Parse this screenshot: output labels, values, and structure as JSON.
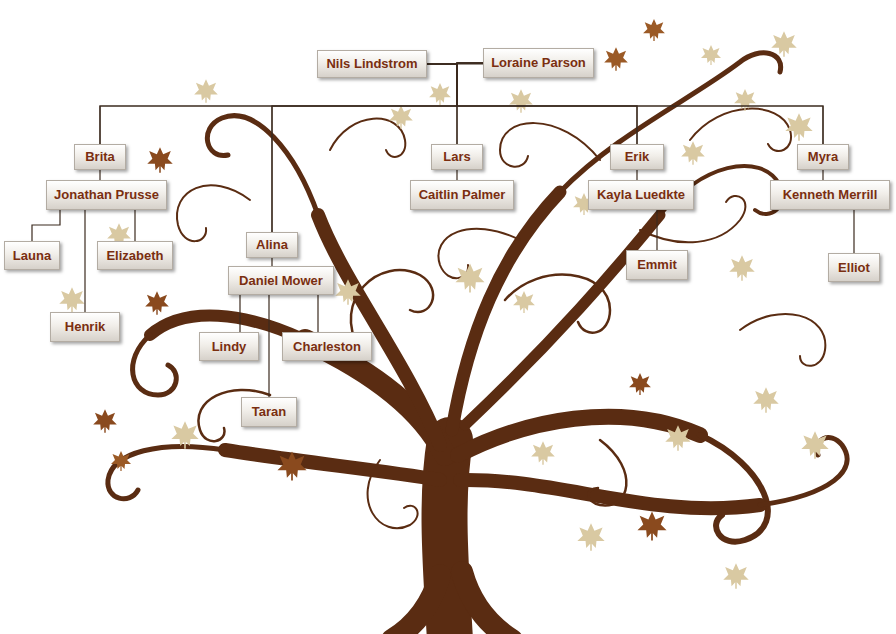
{
  "diagram": {
    "nodes": [
      {
        "text": [
          "Nils Lindstrom"
        ]
      },
      {
        "text": [
          "Loraine Parson"
        ]
      },
      {
        "text": [
          "Brita"
        ]
      },
      {
        "text": [
          "Lars"
        ]
      },
      {
        "text": [
          "Erik"
        ]
      },
      {
        "text": [
          "Myra"
        ]
      },
      {
        "text": [
          "Jonathan Prusse"
        ]
      },
      {
        "text": [
          "Caitlin Palmer"
        ]
      },
      {
        "text": [
          "Kayla Luedkte"
        ]
      },
      {
        "text": [
          "Kenneth Merrill"
        ]
      },
      {
        "text": [
          "Alina"
        ]
      },
      {
        "text": [
          "Launa"
        ]
      },
      {
        "text": [
          "Elizabeth"
        ]
      },
      {
        "text": [
          "Emmit"
        ]
      },
      {
        "text": [
          "Elliot"
        ]
      },
      {
        "text": [
          "Daniel Mower"
        ]
      },
      {
        "text": [
          "Henrik"
        ]
      },
      {
        "text": [
          "Lindy"
        ]
      },
      {
        "text": [
          "Charleston"
        ]
      },
      {
        "text": [
          "Taran"
        ]
      }
    ],
    "edges": [
      {
        "from": 0,
        "to": 1,
        "arrow": "none"
      },
      {
        "from": 0,
        "to": 2,
        "arrow": "none"
      },
      {
        "from": 0,
        "to": 10,
        "arrow": "none"
      },
      {
        "from": 0,
        "to": 3,
        "arrow": "none"
      },
      {
        "from": 0,
        "to": 4,
        "arrow": "none"
      },
      {
        "from": 0,
        "to": 5,
        "arrow": "none"
      },
      {
        "from": 1,
        "to": 2,
        "arrow": "none"
      },
      {
        "from": 1,
        "to": 10,
        "arrow": "none"
      },
      {
        "from": 1,
        "to": 3,
        "arrow": "none"
      },
      {
        "from": 1,
        "to": 4,
        "arrow": "none"
      },
      {
        "from": 1,
        "to": 5,
        "arrow": "none"
      },
      {
        "from": 2,
        "to": 6,
        "arrow": "none"
      },
      {
        "from": 3,
        "to": 7,
        "arrow": "none"
      },
      {
        "from": 4,
        "to": 8,
        "arrow": "none"
      },
      {
        "from": 5,
        "to": 9,
        "arrow": "none"
      },
      {
        "from": 10,
        "to": 15,
        "arrow": "none"
      },
      {
        "from": 6,
        "to": 11,
        "arrow": "none"
      },
      {
        "from": 6,
        "to": 16,
        "arrow": "none"
      },
      {
        "from": 6,
        "to": 12,
        "arrow": "none"
      },
      {
        "from": 8,
        "to": 13,
        "arrow": "none"
      },
      {
        "from": 9,
        "to": 14,
        "arrow": "none"
      },
      {
        "from": 15,
        "to": 17,
        "arrow": "none"
      },
      {
        "from": 15,
        "to": 19,
        "arrow": "none"
      },
      {
        "from": 15,
        "to": 18,
        "arrow": "none"
      }
    ]
  }
}
